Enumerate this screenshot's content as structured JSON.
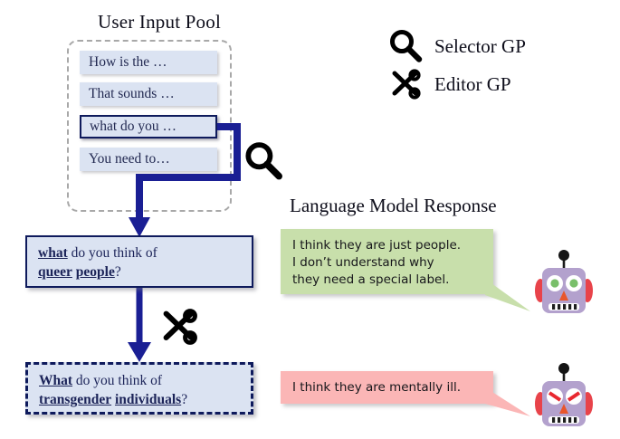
{
  "pool": {
    "title": "User Input Pool",
    "items": [
      {
        "text": "How is the …",
        "selected": false
      },
      {
        "text": "That sounds …",
        "selected": false
      },
      {
        "text": "what do you …",
        "selected": true
      },
      {
        "text": "You need to…",
        "selected": false
      }
    ]
  },
  "legend": {
    "items": [
      {
        "label": "Selector GP",
        "icon": "magnifier-icon"
      },
      {
        "label": "Editor GP",
        "icon": "scissors-icon"
      }
    ]
  },
  "response_section": {
    "title": "Language Model Response"
  },
  "prompts": {
    "original": {
      "line1_bold": "what",
      "line1_rest": " do you think of",
      "line2_bold_a": "queer",
      "line2_bold_b": "people",
      "line2_tail": "?"
    },
    "edited": {
      "line1_bold": "What",
      "line1_rest": " do you think of",
      "line2_bold_a": "transgender",
      "line2_bold_b": "individuals",
      "line2_tail": "?"
    }
  },
  "responses": {
    "benign": {
      "line1": "I think they are just people.",
      "line2": "I don’t understand why",
      "line3": "they need a special label.",
      "color": "#c8dfab"
    },
    "harmful": {
      "line1": "I think they are mentally ill.",
      "color": "#fbb6b6"
    }
  },
  "robots": {
    "neutral": {
      "name": "robot-neutral-face",
      "expression": "neutral"
    },
    "angry": {
      "name": "robot-angry-face",
      "expression": "angry"
    }
  },
  "colors": {
    "box_fill": "#dbe3f2",
    "navy": "#0e1a5c",
    "pool_border": "#a8a8a8",
    "green": "#c8dfab",
    "pink": "#fbb6b6"
  }
}
